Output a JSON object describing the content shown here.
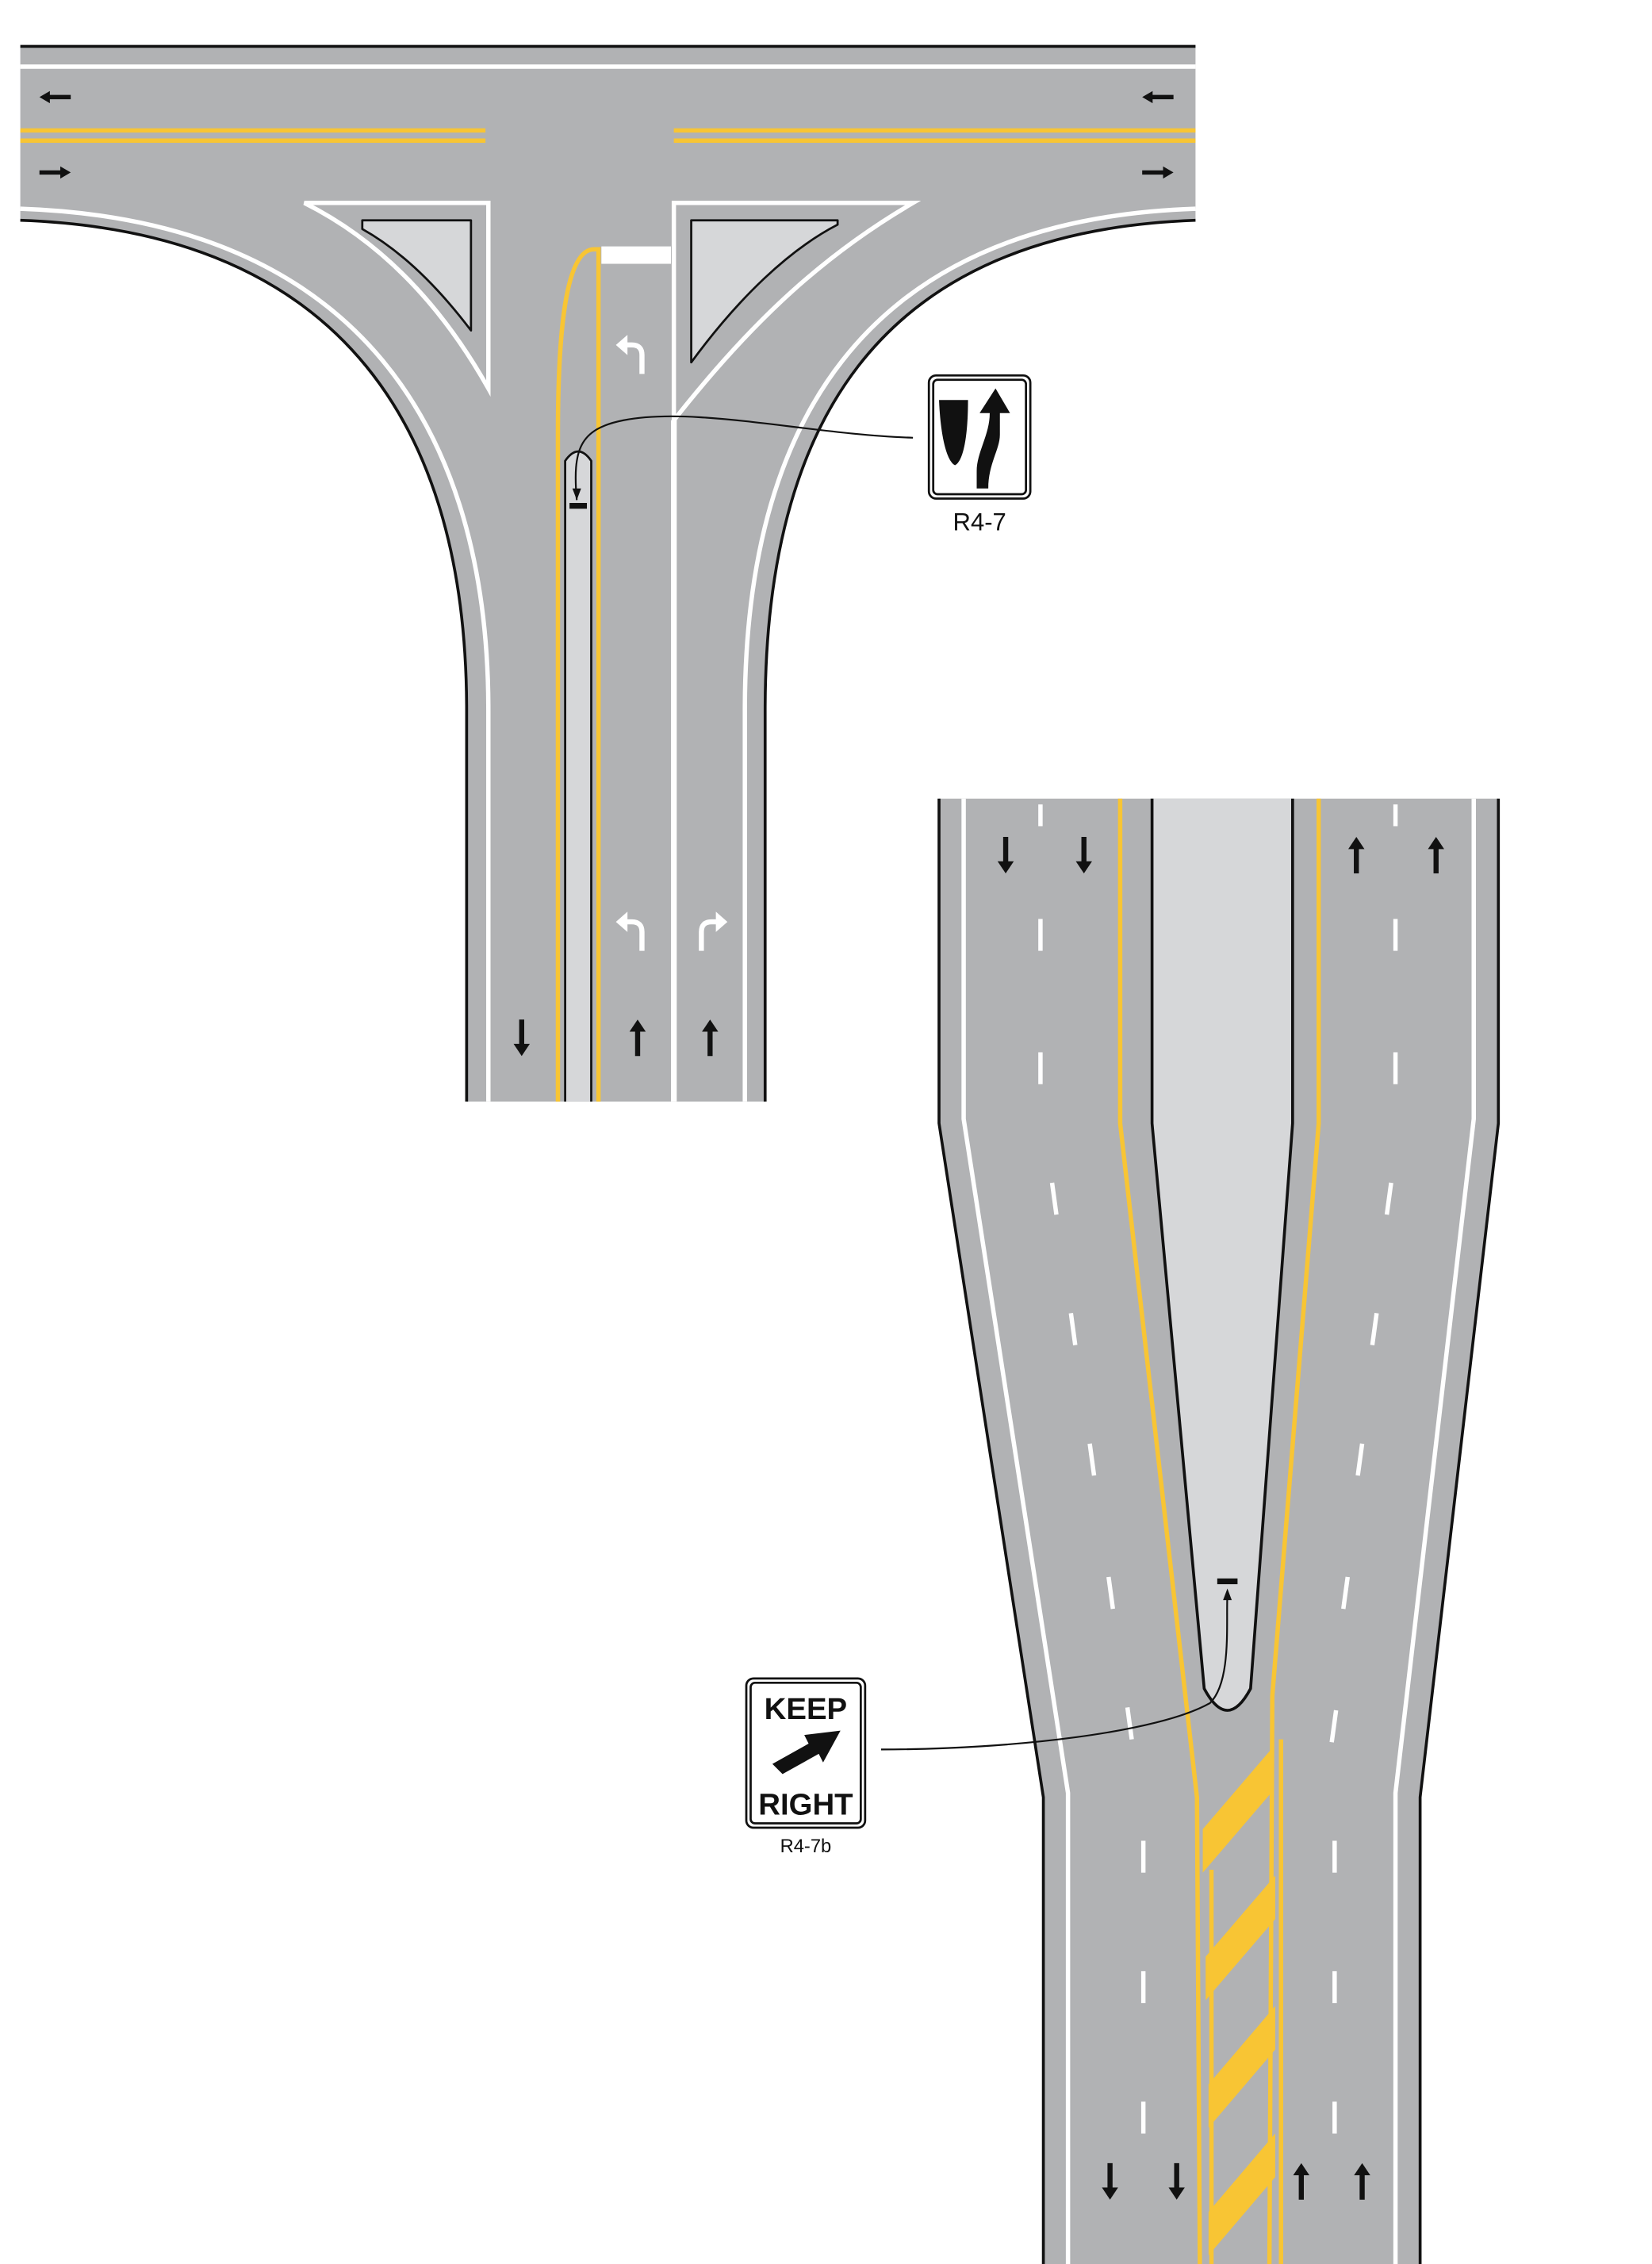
{
  "signs": {
    "keep_right_of_island": {
      "code": "R4-7"
    },
    "keep_right": {
      "code": "R4-7b",
      "line1": "KEEP",
      "line2": "RIGHT"
    }
  },
  "colors": {
    "pavement": "#b1b2b4",
    "island": "#d6d7d9",
    "yellow": "#f8c534",
    "white": "#ffffff",
    "edge": "#111111"
  }
}
